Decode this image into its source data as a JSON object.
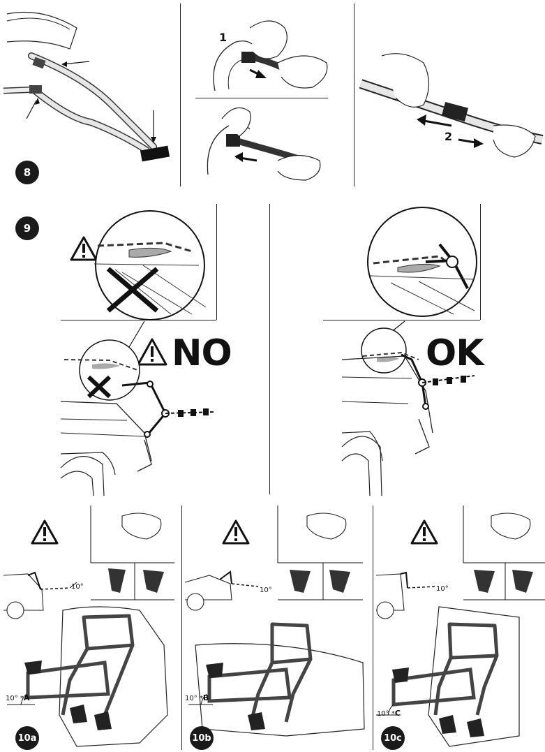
{
  "steps": {
    "s8": {
      "badge": "8",
      "labels": [
        "1",
        "2"
      ]
    },
    "s9": {
      "badge": "9",
      "wrong_label": "NO",
      "right_label": "OK"
    },
    "s10a": {
      "badge": "10a",
      "angle": "10°",
      "angle_letter": "A",
      "mini_angle": "10°"
    },
    "s10b": {
      "badge": "10b",
      "angle": "10°",
      "angle_letter": "B",
      "mini_angle": "10°"
    },
    "s10c": {
      "badge": "10c",
      "angle": "10°",
      "angle_letter": "C",
      "mini_angle": "10°"
    }
  },
  "icons": {
    "warning": "warning-triangle-icon",
    "cross": "cross-mark-icon"
  },
  "colors": {
    "ink": "#1a1a1a",
    "paper": "#ffffff",
    "strap": "#d9d9d9"
  }
}
